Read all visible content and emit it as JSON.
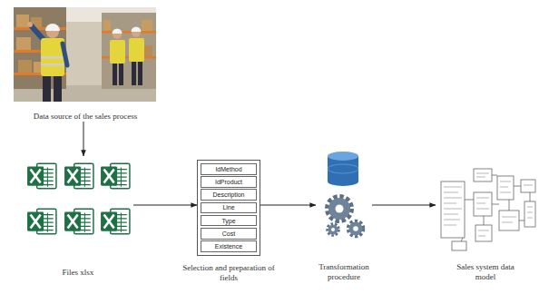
{
  "diagram": {
    "nodes": [
      {
        "text": [
          "Data source of the sales process"
        ]
      },
      {
        "text": [
          "Files xlsx"
        ]
      },
      {
        "text": [
          "Selection and preparation of fields"
        ]
      },
      {
        "text": [
          "IdMethod"
        ],
        "in": 2
      },
      {
        "text": [
          "IdProduct"
        ],
        "in": 2
      },
      {
        "text": [
          "Description"
        ],
        "in": 2
      },
      {
        "text": [
          "Line"
        ],
        "in": 2
      },
      {
        "text": [
          "Type"
        ],
        "in": 2
      },
      {
        "text": [
          "Cost"
        ],
        "in": 2
      },
      {
        "text": [
          "Existence"
        ],
        "in": 2
      },
      {
        "text": [
          "Transformation procedure"
        ]
      },
      {
        "text": [
          "Sales system data model"
        ]
      }
    ],
    "edges": [
      {
        "from": 0,
        "to": 1,
        "arrow": "to"
      },
      {
        "from": 1,
        "to": 2,
        "arrow": "to"
      },
      {
        "from": 2,
        "to": 10,
        "arrow": "to"
      },
      {
        "from": 10,
        "to": 11,
        "arrow": "to"
      }
    ]
  }
}
